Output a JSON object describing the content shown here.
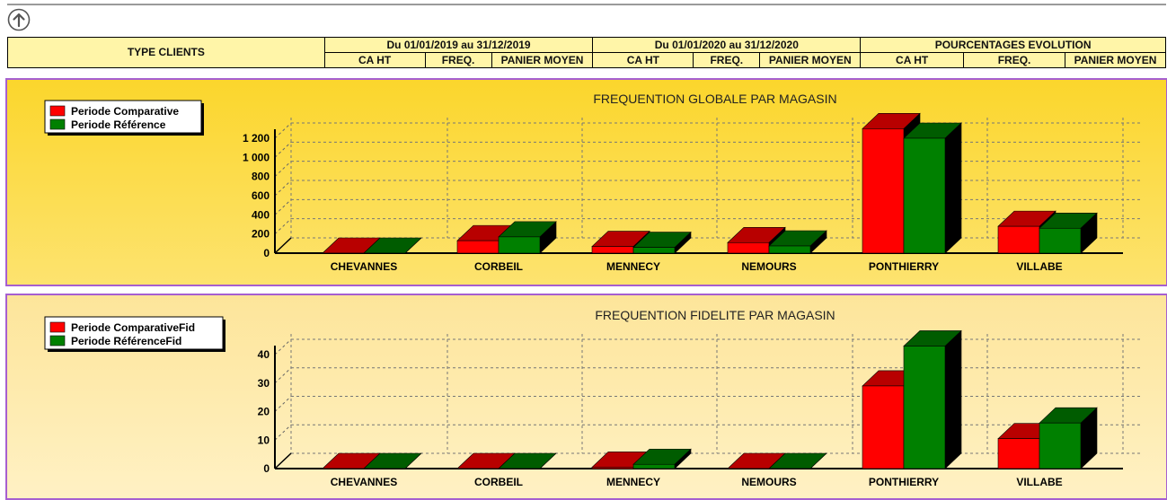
{
  "header": {
    "type_clients": "TYPE CLIENTS",
    "periods": [
      "Du 01/01/2019 au 31/12/2019",
      "Du 01/01/2020 au 31/12/2020",
      "POURCENTAGES EVOLUTION"
    ],
    "subcols": [
      "CA HT",
      "FREQ.",
      "PANIER MOYEN"
    ]
  },
  "chart_data": [
    {
      "type": "bar",
      "title": "FREQUENTION GLOBALE PAR MAGASIN",
      "categories": [
        "CHEVANNES",
        "CORBEIL",
        "MENNECY",
        "NEMOURS",
        "PONTHIERRY",
        "VILLABE"
      ],
      "series": [
        {
          "name": "Periode Comparative",
          "values": [
            0,
            130,
            70,
            110,
            1300,
            280
          ],
          "color": "#ff0000"
        },
        {
          "name": "Periode Référence",
          "values": [
            0,
            170,
            60,
            75,
            1200,
            260
          ],
          "color": "#008000"
        }
      ],
      "yticks": [
        "0",
        "200",
        "400",
        "600",
        "800",
        "1 000",
        "1 200"
      ],
      "ylim": [
        0,
        1200
      ],
      "grid": true,
      "legend": "top-left"
    },
    {
      "type": "bar",
      "title": "FREQUENTION FIDELITE PAR MAGASIN",
      "categories": [
        "CHEVANNES",
        "CORBEIL",
        "MENNECY",
        "NEMOURS",
        "PONTHIERRY",
        "VILLABE"
      ],
      "series": [
        {
          "name": "Periode ComparativeFid",
          "values": [
            0,
            0,
            0.5,
            0,
            29,
            10.5
          ],
          "color": "#ff0000"
        },
        {
          "name": "Periode RéférenceFid",
          "values": [
            0,
            0,
            1.5,
            0,
            43,
            16
          ],
          "color": "#008000"
        }
      ],
      "yticks": [
        "0",
        "10",
        "20",
        "30",
        "40"
      ],
      "ylim": [
        0,
        40
      ],
      "grid": true,
      "legend": "top-left"
    }
  ]
}
